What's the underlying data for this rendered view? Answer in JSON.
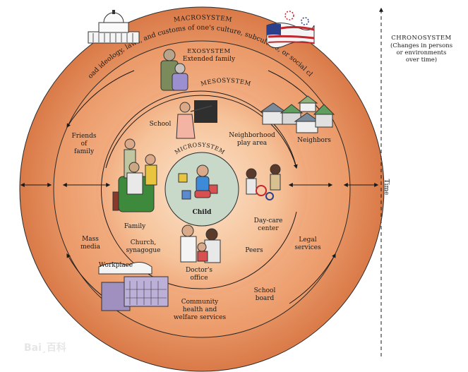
{
  "systems": {
    "macro": {
      "title": "MACROSYSTEM",
      "description": "Broad ideology, laws, and customs of one's culture, subculture, or social class"
    },
    "exo": {
      "title": "EXOSYSTEM",
      "subtitle": "Extended family"
    },
    "meso": {
      "title": "MESOSYSTEM"
    },
    "micro": {
      "title": "MICROSYSTEM",
      "center": "Child"
    },
    "chrono": {
      "title": "CHRONOSYSTEM",
      "line1": "(Changes in persons",
      "line2": "or environments",
      "line3": "over time)",
      "axis": "Time"
    }
  },
  "micro_settings": {
    "school": "School",
    "neighborhood_1": "Neighborhood",
    "neighborhood_2": "play area",
    "family": "Family",
    "daycare_1": "Day-care",
    "daycare_2": "center",
    "church_1": "Church,",
    "church_2": "synagogue",
    "doctor_1": "Doctor's",
    "doctor_2": "office",
    "peers": "Peers"
  },
  "exo_settings": {
    "friends_1": "Friends",
    "friends_2": "of",
    "friends_3": "family",
    "neighbors": "Neighbors",
    "mass_1": "Mass",
    "mass_2": "media",
    "legal_1": "Legal",
    "legal_2": "services",
    "workplace": "Workplace",
    "school_board_1": "School",
    "school_board_2": "board",
    "community_1": "Community",
    "community_2": "health and",
    "community_3": "welfare services"
  },
  "watermark": "Bai¸百科",
  "colors": {
    "macro": "#e0895a",
    "exo": "#f0a77a",
    "meso": "#f7c7a0",
    "micro": "#c9d9c9",
    "outline": "#2b2b2b"
  }
}
